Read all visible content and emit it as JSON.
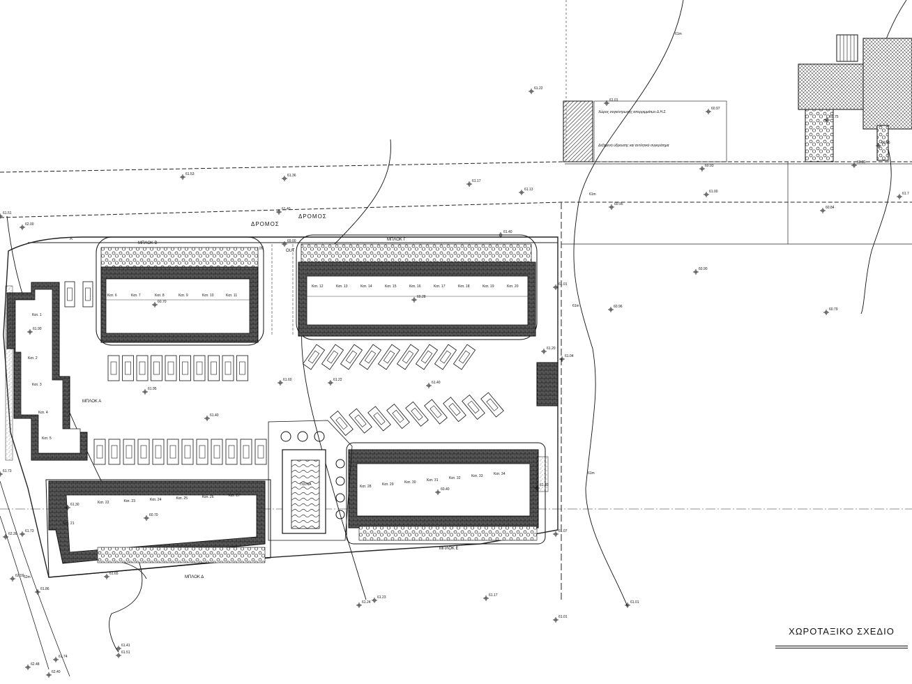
{
  "title": "ΧΩΡΟΤΑΞΙΚΟ ΣΧΕΔΙΟ",
  "road_labels": [
    "ΔΡΟΜΟΣ",
    "ΔΡΟΜΟΣ"
  ],
  "gate_labels": {
    "in": "IN",
    "out": "OUT"
  },
  "corner_label": "A",
  "blocks": {
    "a": "ΜΠΛΟΚ Α",
    "b": "ΜΠΛΟΚ Β",
    "g": "ΜΠΛΟΚ Γ",
    "d": "ΜΠΛΟΚ Δ",
    "e": "ΜΠΛΟΚ Ε"
  },
  "pool_label": "ΠΙΣΙΝΑ",
  "units": {
    "a": [
      "Κατ. 1",
      "Κατ. 2",
      "Κατ. 3",
      "Κατ. 4",
      "Κατ. 5"
    ],
    "b": [
      "Κατ. 6",
      "Κατ. 7",
      "Κατ. 8",
      "Κατ. 9",
      "Κατ. 10",
      "Κατ. 11"
    ],
    "g": [
      "Κατ. 12",
      "Κατ. 13",
      "Κατ. 14",
      "Κατ. 15",
      "Κατ. 16",
      "Κατ. 17",
      "Κατ. 18",
      "Κατ. 19",
      "Κατ. 20"
    ],
    "d": [
      "Κατ. 21",
      "Κατ. 22",
      "Κατ. 23",
      "Κατ. 24",
      "Κατ. 25",
      "Κατ. 26",
      "Κατ. 27"
    ],
    "e": [
      "Κατ. 28",
      "Κατ. 29",
      "Κατ. 30",
      "Κατ. 31",
      "Κατ. 32",
      "Κατ. 33",
      "Κατ. 34"
    ]
  },
  "spot_levels": [
    "61.53",
    "61.36",
    "61.17",
    "61.13",
    "61.22",
    "61.01",
    "60.97",
    "60.93",
    "61.00",
    "60.95",
    "60.84",
    "60.83",
    "60.75",
    "60.95",
    "60.90",
    "60.79",
    "60.96",
    "61.04",
    "61.01",
    "61.20",
    "61.40",
    "61.40",
    "62.00",
    "61.40",
    "61.90",
    "60.70",
    "60.28",
    "61.60",
    "61.22",
    "61.40",
    "61.95",
    "61.40",
    "61.30",
    "60.70",
    "60.40",
    "61.07",
    "61.65",
    "61.23",
    "61.17",
    "61.01",
    "61.73",
    "61.51",
    "62.39",
    "62.59",
    "61.86",
    "61.41",
    "61.51",
    "61.74",
    "62.48",
    "62.40",
    "61.24",
    "61.01",
    "61.7",
    "69.00",
    "61.73"
  ],
  "contour_labels": [
    "61m",
    "61m",
    "61m",
    "61m",
    "62m"
  ],
  "annotations": [
    "Χώρος συγκέντρωσης απορριμμάτων Δ.Η.Σ.",
    "Δεξαμενή ύδρευσης και αντλητικό συγκρότημα"
  ],
  "colors": {
    "ink": "#111111",
    "paper": "#ffffff",
    "hatch": "#333333"
  }
}
